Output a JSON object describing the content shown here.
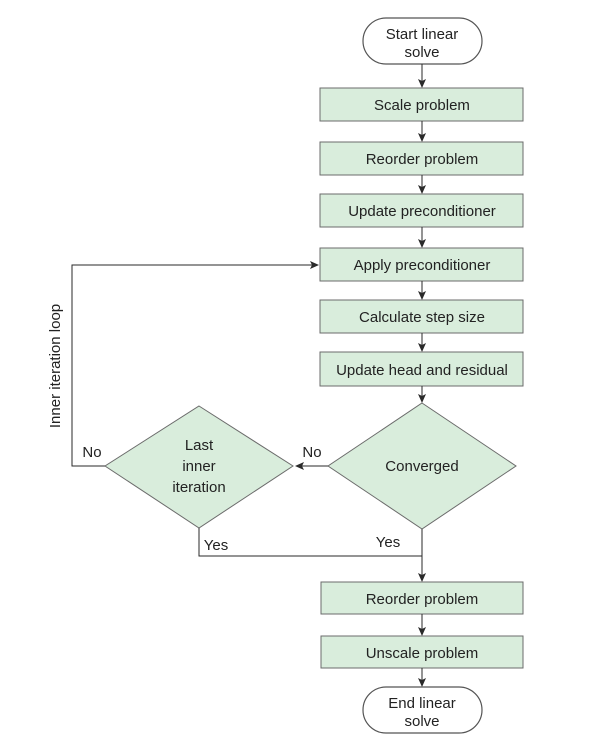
{
  "start": {
    "line1": "Start linear",
    "line2": "solve"
  },
  "steps": {
    "scale": "Scale problem",
    "reorder_top": "Reorder problem",
    "update_preconditioner": "Update preconditioner",
    "apply_preconditioner": "Apply preconditioner",
    "step_size": "Calculate step size",
    "update_head": "Update head and residual",
    "reorder_bottom": "Reorder problem",
    "unscale": "Unscale problem"
  },
  "decisions": {
    "converged": "Converged",
    "last_inner": {
      "line1": "Last",
      "line2": "inner",
      "line3": "iteration"
    }
  },
  "branch_labels": {
    "converged_no": "No",
    "converged_yes": "Yes",
    "last_inner_no": "No",
    "last_inner_yes": "Yes"
  },
  "loop_label": "Inner iteration loop",
  "end": {
    "line1": "End linear",
    "line2": "solve"
  },
  "colors": {
    "process_fill": "#d9eddc",
    "line": "#2a2a2a"
  }
}
